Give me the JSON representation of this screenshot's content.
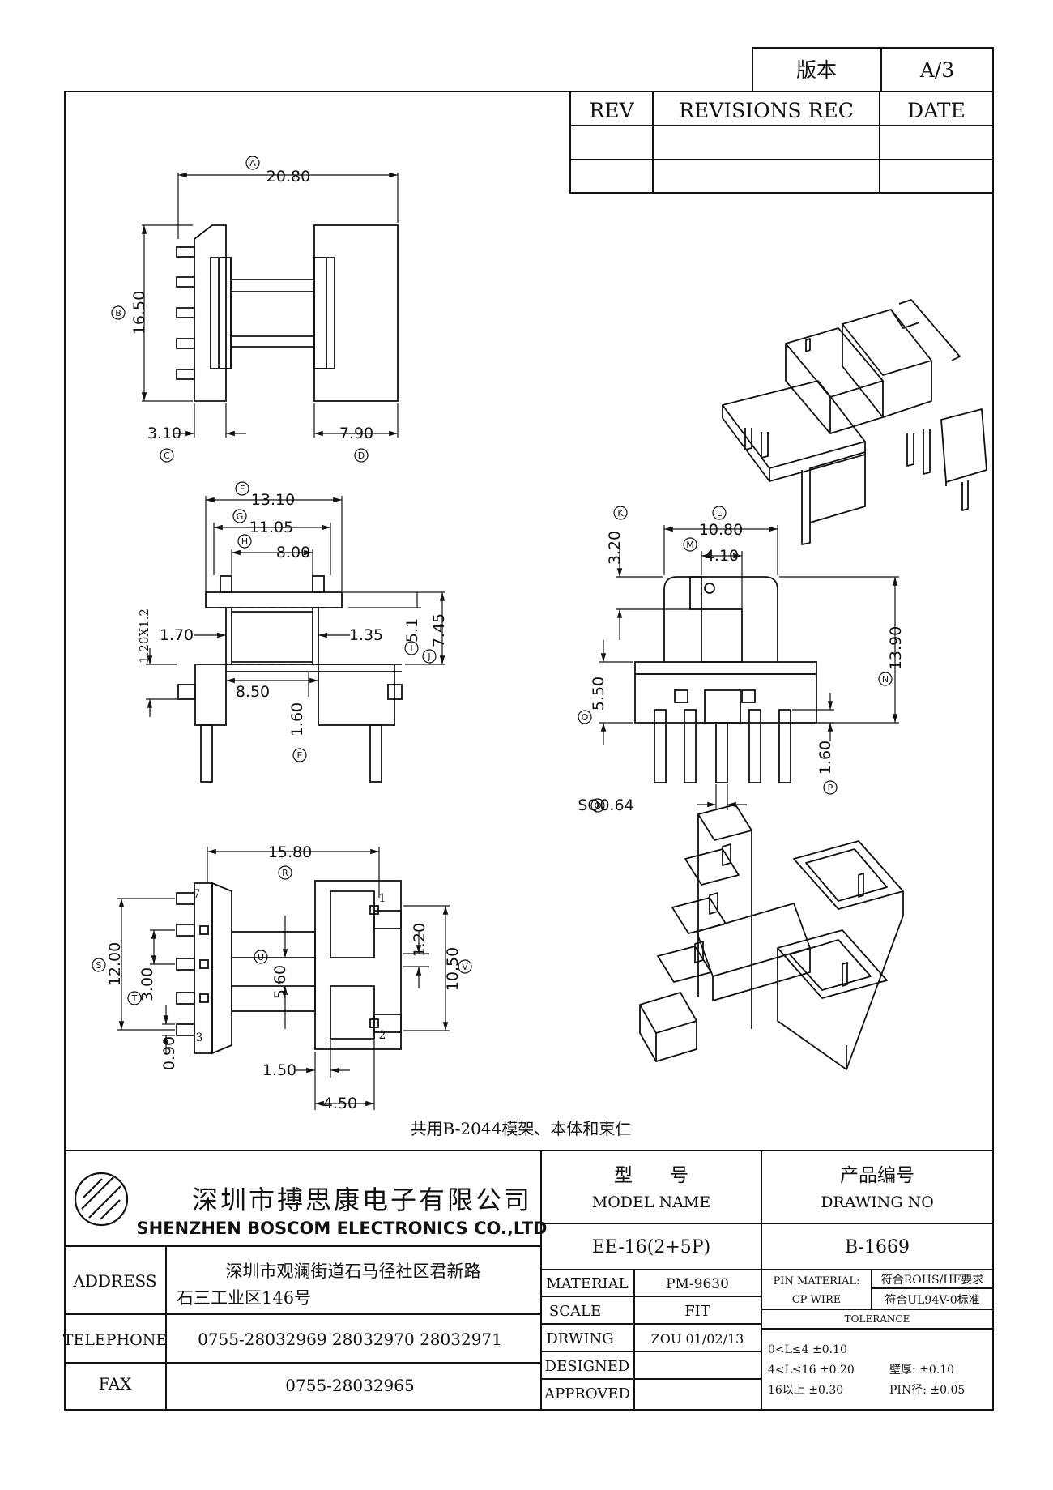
{
  "version_box": {
    "label": "版本",
    "value": "A/3"
  },
  "revision_table": {
    "col_rev": "REV",
    "col_rec": "REVISIONS REC",
    "col_date": "DATE"
  },
  "dimensions": {
    "A": "20.80",
    "B": "16.50",
    "C": "3.10",
    "D": "7.90",
    "F": "13.10",
    "G": "11.05",
    "H": "8.00",
    "w170": "1.70",
    "w135": "1.35",
    "h51": "5.1",
    "h745": "7.45",
    "w850": "8.50",
    "E": "1.60",
    "slot": "1.20X1.2",
    "K": "3.20",
    "L": "10.80",
    "M": "4.10",
    "N": "13.90",
    "O": "5.50",
    "P": "1.60",
    "Q": "SQ0.64",
    "R": "15.80",
    "S": "12.00",
    "T": "3.00",
    "U": "5.60",
    "V": "10.50",
    "h120": "1.20",
    "h090": "0.90",
    "w150": "1.50",
    "w450": "4.50"
  },
  "circle_labels": [
    "A",
    "B",
    "C",
    "D",
    "F",
    "G",
    "H",
    "I",
    "J",
    "E",
    "K",
    "L",
    "M",
    "N",
    "O",
    "P",
    "Q",
    "R",
    "S",
    "T",
    "U",
    "V"
  ],
  "pin_numbers": [
    "7",
    "3",
    "1",
    "2"
  ],
  "note": "共用B-2044模架、本体和束仁",
  "title_block": {
    "company_cn": "深圳市搏思康电子有限公司",
    "company_en": "SHENZHEN BOSCOM ELECTRONICS CO.,LTD",
    "model_label_cn": "型　　号",
    "model_label_en": "MODEL NAME",
    "drawing_label_cn": "产品编号",
    "drawing_label_en": "DRAWING NO",
    "model_value": "EE-16(2+5P)",
    "drawing_value": "B-1669",
    "address_label": "ADDRESS",
    "address_line1": "深圳市观澜街道石马径社区君新路",
    "address_line2": "石三工业区146号",
    "telephone_label": "TELEPHONE",
    "telephone_value": "0755-28032969 28032970 28032971",
    "fax_label": "FAX",
    "fax_value": "0755-28032965",
    "material_label": "MATERIAL",
    "material_value": "PM-9630",
    "scale_label": "SCALE",
    "scale_value": "FIT",
    "drwing_label": "DRWING",
    "drwing_value": "ZOU 01/02/13",
    "designed_label": "DESIGNED",
    "approved_label": "APPROVED",
    "pin_material_label": "PIN MATERIAL:",
    "pin_material_value": "符合ROHS/HF要求",
    "cp_wire_label": "CP WIRE",
    "cp_wire_value": "符合UL94V-0标准",
    "tolerance_label": "TOLERANCE",
    "tol1": "0<L≤4  ±0.10",
    "tol2": "4<L≤16  ±0.20",
    "tol3": "16以上    ±0.30",
    "wall_tol": "壁厚:  ±0.10",
    "pin_tol": "PIN径: ±0.05"
  }
}
